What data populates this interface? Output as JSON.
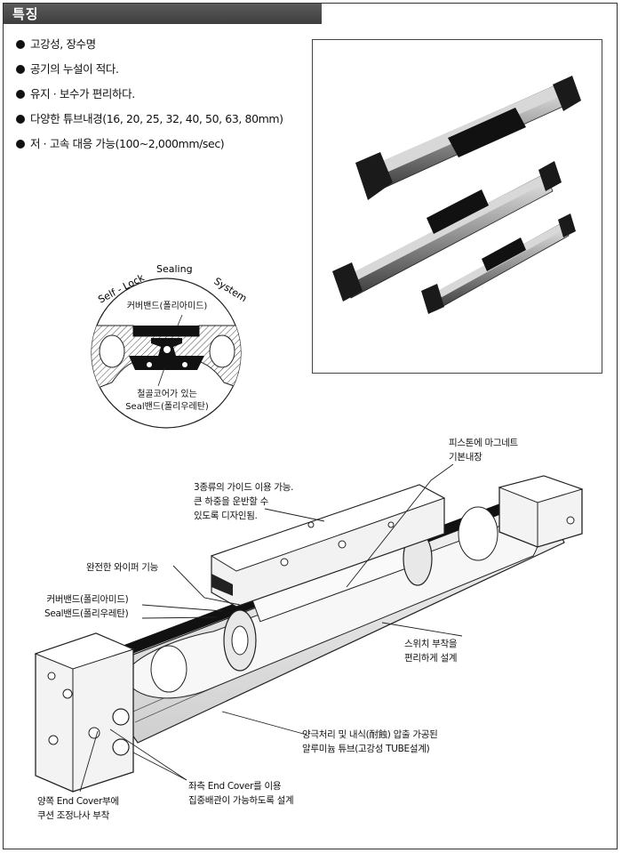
{
  "header": {
    "title": "특징"
  },
  "features": [
    "고강성, 장수명",
    "공기의 누설이 적다.",
    "유지 · 보수가 편리하다.",
    "다양한 튜브내경(16, 20, 25, 32, 40, 50, 63, 80mm)",
    "저 · 고속 대응 가능(100~2,000mm/sec)"
  ],
  "seal_diagram": {
    "arc_words": [
      "Self - Lock",
      "Sealing",
      "System"
    ],
    "cover_band": "커버밴드(폴리아미드)",
    "seal_band": "철골코어가 있는\nSeal밴드(폴리우레탄)"
  },
  "callouts": {
    "piston_magnet": "피스톤에 마그네트\n기본내장",
    "guide": "3종류의 가이드 이용 가능.\n큰 하중을 운반할 수\n있도록 디자인됨.",
    "wiper": "완전한 와이퍼 기능",
    "bands": "커버밴드(폴리아미드)\nSeal밴드(폴리우레탄)",
    "switch": "스위치 부착을\n편리하게 설계",
    "tube": "양극처리 및 내식(耐蝕) 압출 가공된\n알루미늄 튜브(고강성 TUBE설계)",
    "piping": "좌측 End Cover를 이용\n집중배관이 가능하도록 설계",
    "cushion": "양쪽 End Cover부에\n쿠션 조정나사 부착"
  }
}
